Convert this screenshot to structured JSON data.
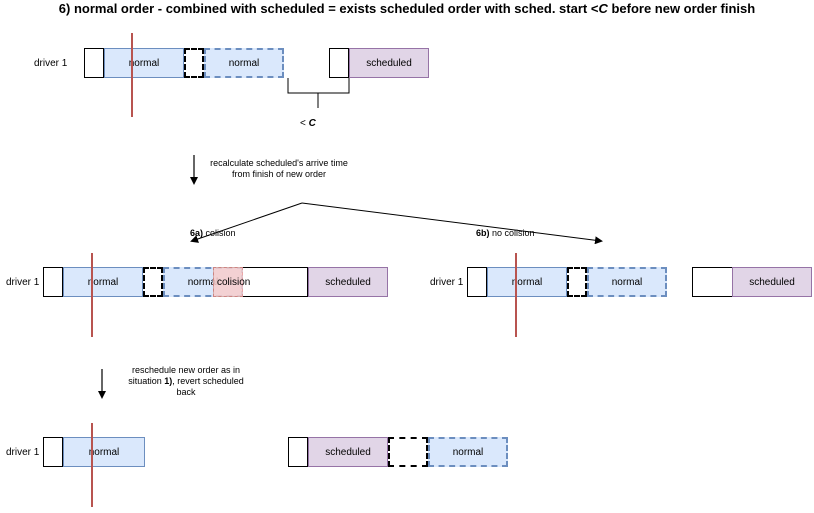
{
  "title": {
    "text_before": "6) normal order - combined with scheduled = exists scheduled order with sched. start <",
    "text_c": "C",
    "text_after": " before new order finish"
  },
  "labels": {
    "driver": "driver 1",
    "normal": "normal",
    "scheduled": "scheduled",
    "colision": "colision",
    "less_than": "< ",
    "c": "C"
  },
  "step1_note": "recalculate scheduled's arrive time from finish of new order",
  "branch_a": {
    "bold": "6a)",
    "text": " colision"
  },
  "branch_b": {
    "bold": "6b)",
    "text": " no colision"
  },
  "step2_note": {
    "line1": "reschedule new order as in",
    "line2_before": "situation ",
    "line2_bold": "1)",
    "line2_after": ", revert scheduled",
    "line3": "back"
  },
  "colors": {
    "normal_fill": "#dae8fc",
    "normal_stroke": "#6c8ebf",
    "scheduled_fill": "#e1d5e7",
    "scheduled_stroke": "#9673a6",
    "collision_fill": "#f8cecc",
    "time_marker": "#b85450"
  }
}
